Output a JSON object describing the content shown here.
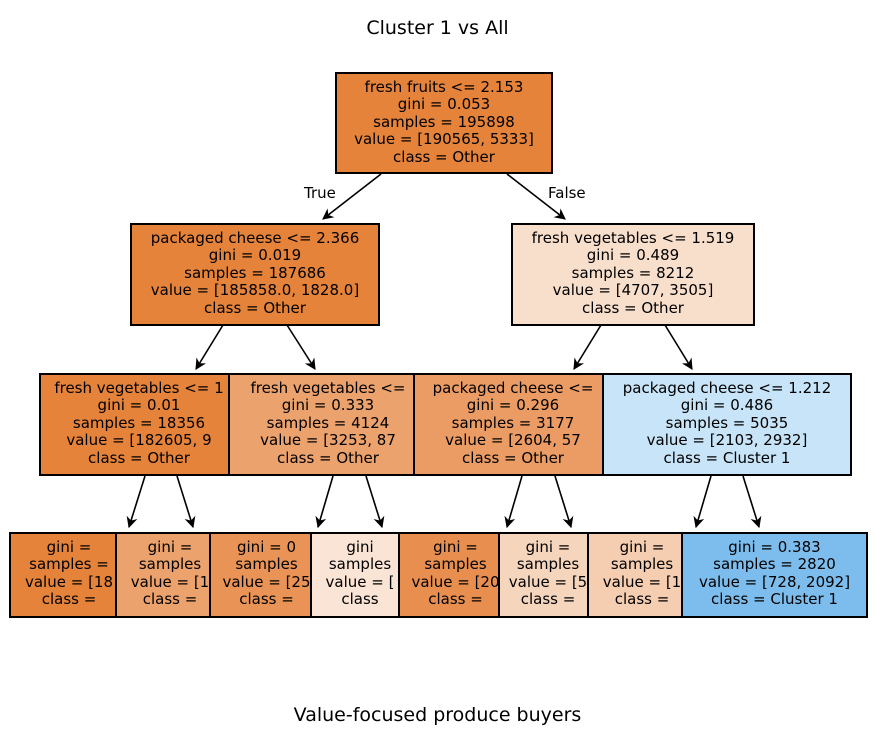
{
  "title": "Cluster 1 vs All",
  "footer": "Value-focused produce buyers",
  "edge_labels": {
    "true": "True",
    "false": "False"
  },
  "colors": {
    "orange_dark": "#e5833b",
    "orange_mid": "#eca26d",
    "orange_light": "#f6d5bd",
    "orange_pale": "#f8dfcc",
    "blue_pale": "#c8e4f8",
    "blue": "#7dbded"
  },
  "nodes": {
    "root": [
      "fresh fruits <= 2.153",
      "gini = 0.053",
      "samples = 195898",
      "value = [190565, 5333]",
      "class = Other"
    ],
    "l1_left": [
      "packaged cheese <= 2.366",
      "gini = 0.019",
      "samples = 187686",
      "value = [185858.0, 1828.0]",
      "class = Other"
    ],
    "l1_right": [
      "fresh vegetables <= 1.519",
      "gini = 0.489",
      "samples = 8212",
      "value = [4707, 3505]",
      "class = Other"
    ],
    "l2_a": [
      "fresh vegetables <= 1",
      "gini = 0.01",
      "samples = 18356",
      "value = [182605, 9",
      "class = Other"
    ],
    "l2_b": [
      "fresh vegetables <=",
      "gini = 0.333",
      "samples = 4124",
      "value = [3253, 87",
      "class = Other"
    ],
    "l2_c": [
      "packaged cheese <=",
      "gini = 0.296",
      "samples = 3177",
      "value = [2604, 57",
      "class = Other"
    ],
    "l2_d": [
      "packaged cheese <= 1.212",
      "gini = 0.486",
      "samples = 5035",
      "value = [2103, 2932]",
      "class = Cluster 1"
    ],
    "l3_1": [
      "gini =",
      "samples =",
      "value = [18",
      "class ="
    ],
    "l3_2": [
      "gini =",
      "samples",
      "value = [1",
      "class ="
    ],
    "l3_3": [
      "gini = 0",
      "samples",
      "value = [25",
      "class ="
    ],
    "l3_4": [
      "gini",
      "samples",
      "value = [",
      "class"
    ],
    "l3_5": [
      "gini =",
      "samples",
      "value = [20",
      "class ="
    ],
    "l3_6": [
      "gini =",
      "samples",
      "value = [5",
      "class ="
    ],
    "l3_7": [
      "gini =",
      "samples",
      "value = [1",
      "class ="
    ],
    "l3_8": [
      "gini = 0.383",
      "samples = 2820",
      "value = [728, 2092]",
      "class = Cluster 1"
    ]
  }
}
